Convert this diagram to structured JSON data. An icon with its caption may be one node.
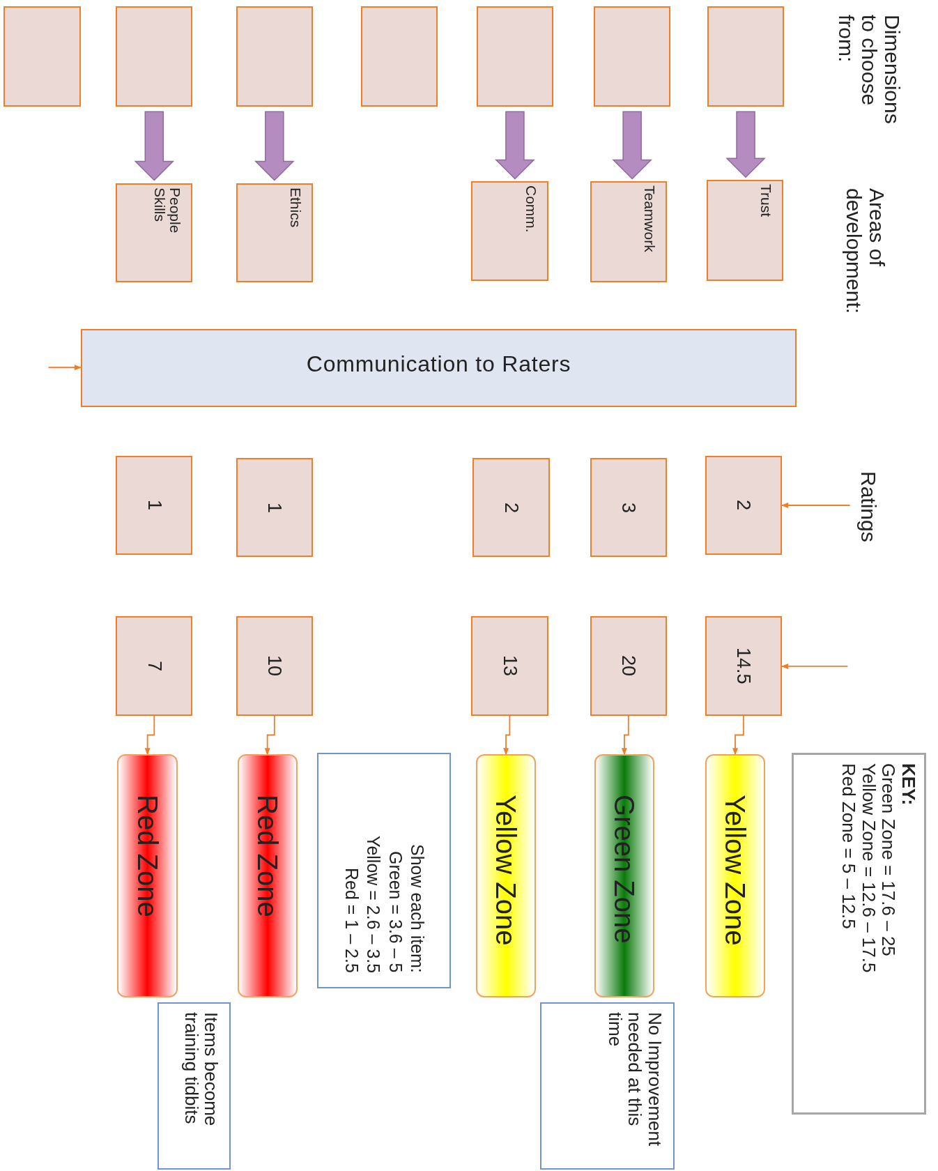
{
  "diagram": {
    "nodes": [
      {
        "text": [],
        "shape": "box"
      },
      {
        "text": [],
        "shape": "box"
      },
      {
        "text": [],
        "shape": "box"
      },
      {
        "text": [],
        "shape": "box"
      },
      {
        "text": [],
        "shape": "box"
      },
      {
        "text": [],
        "shape": "box"
      },
      {
        "text": [],
        "shape": "box"
      },
      {
        "text": [
          "People Skills"
        ]
      },
      {
        "text": [
          "Ethics"
        ]
      },
      {
        "text": [
          "Comm."
        ]
      },
      {
        "text": [
          "Teamwork"
        ]
      },
      {
        "text": [
          "Trust"
        ]
      },
      {
        "text": [
          "Communication to Raters"
        ]
      },
      {
        "text": [
          "1"
        ]
      },
      {
        "text": [
          "1"
        ]
      },
      {
        "text": [
          "2"
        ]
      },
      {
        "text": [
          "3"
        ]
      },
      {
        "text": [
          "2"
        ]
      },
      {
        "text": [
          "Ratings"
        ]
      },
      {
        "text": [
          "7"
        ]
      },
      {
        "text": [
          "10"
        ]
      },
      {
        "text": [
          "13"
        ]
      },
      {
        "text": [
          "20"
        ]
      },
      {
        "text": [
          "14.5"
        ]
      },
      {
        "text": [
          "Red Zone"
        ]
      },
      {
        "text": [
          "Red Zone"
        ]
      },
      {
        "text": [
          "Yellow Zone"
        ]
      },
      {
        "text": [
          "Green Zone"
        ]
      },
      {
        "text": [
          "Yellow Zone"
        ]
      },
      {
        "text": [
          "Show each item:",
          "Green = 3.6 – 5",
          "Yellow = 2.6 – 3.5",
          "Red = 1 – 2.5"
        ]
      },
      {
        "text": [
          "KEY:",
          "Green Zone = 17.6 – 25",
          "Yellow Zone = 12.6 – 17.5",
          "Red Zone = 5 – 12.5"
        ]
      },
      {
        "text": [
          "No Improvement needed at this time"
        ]
      },
      {
        "text": [
          "Items become training tidbits"
        ]
      }
    ],
    "edges": [
      {
        "from": 1,
        "to": 7,
        "arrow": "to",
        "style": "thick",
        "color": "#b48cc0"
      },
      {
        "from": 2,
        "to": 8,
        "arrow": "to",
        "style": "thick",
        "color": "#b48cc0"
      },
      {
        "from": 4,
        "to": 9,
        "arrow": "to",
        "style": "thick",
        "color": "#b48cc0"
      },
      {
        "from": 5,
        "to": 10,
        "arrow": "to",
        "style": "thick",
        "color": "#b48cc0"
      },
      {
        "from": 6,
        "to": 11,
        "arrow": "to",
        "style": "thick",
        "color": "#b48cc0"
      },
      {
        "from": null,
        "to": 12,
        "arrow": "to"
      },
      {
        "from": 18,
        "to": 17,
        "arrow": "to"
      },
      {
        "from": null,
        "to": 23,
        "arrow": "to"
      },
      {
        "from": 19,
        "to": 24,
        "arrow": "to"
      },
      {
        "from": 20,
        "to": 25,
        "arrow": "to"
      },
      {
        "from": 21,
        "to": 26,
        "arrow": "to"
      },
      {
        "from": 22,
        "to": 27,
        "arrow": "to"
      },
      {
        "from": 23,
        "to": 28,
        "arrow": "to"
      }
    ],
    "labels": [
      "Dimensions to choose from:",
      "Areas of development:"
    ]
  }
}
